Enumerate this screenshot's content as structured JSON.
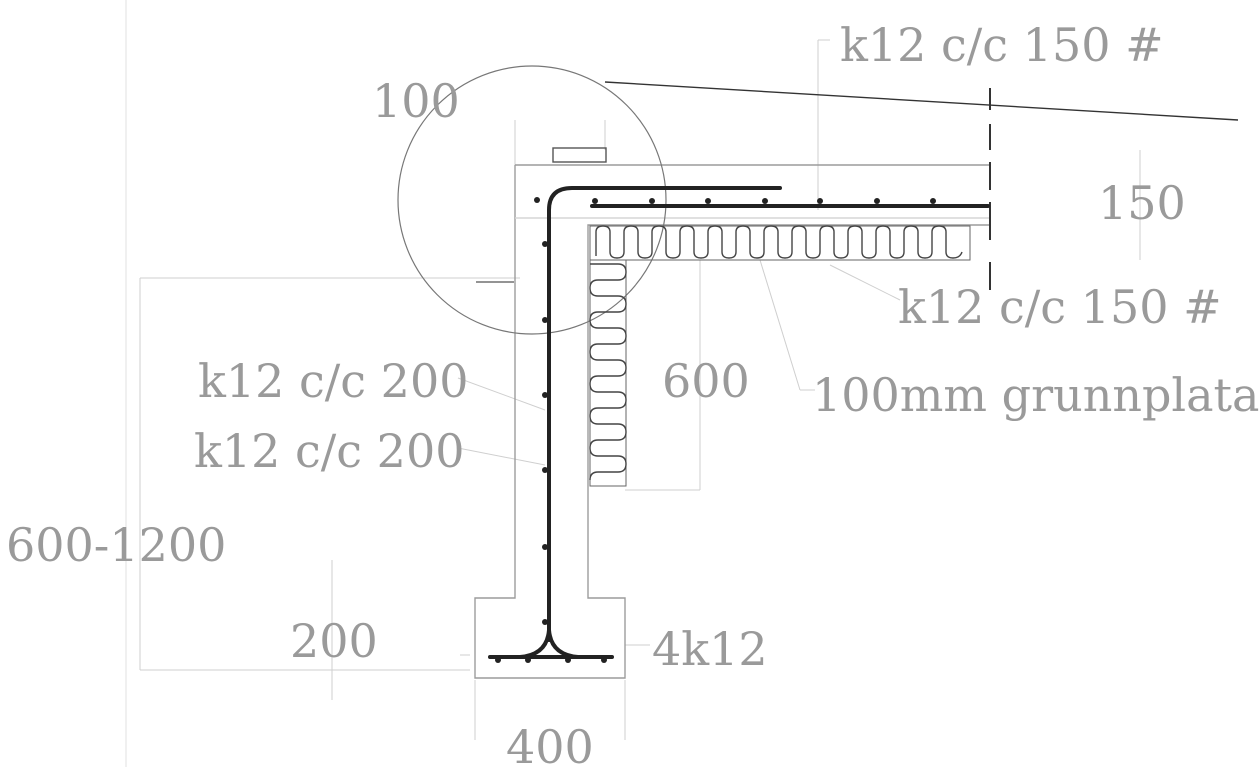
{
  "labels": {
    "top_rebar": "k12 c/c 150 #",
    "bottom_rebar": "k12 c/c 150 #",
    "dim_100": "100",
    "dim_150": "150",
    "dim_600": "600",
    "slab_note": "100mm grunnplata",
    "wall_rebar_1": "k12 c/c 200",
    "wall_rebar_2": "k12 c/c 200",
    "dim_600_1200": "600-1200",
    "dim_200": "200",
    "footing_rebar": "4k12",
    "dim_400": "400"
  },
  "colors": {
    "concrete_line": "#b8b8b8",
    "rebar": "#222222",
    "label": "#9a9a9a",
    "dim_line": "#c8c8c8"
  }
}
